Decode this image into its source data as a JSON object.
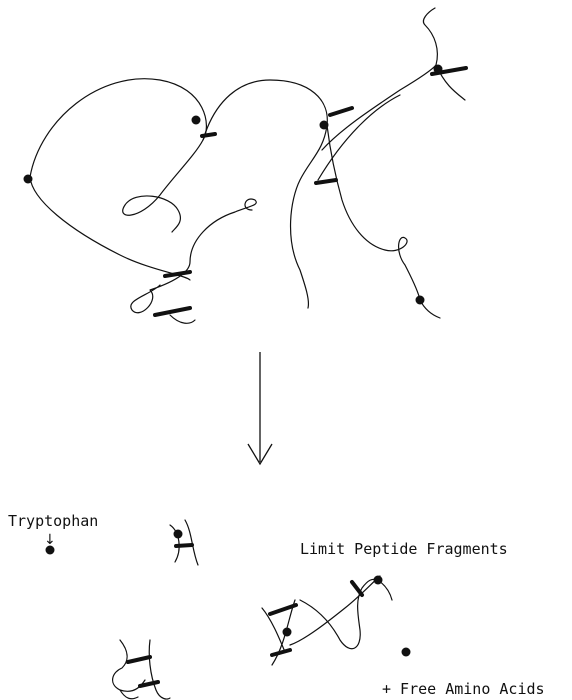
{
  "labels": {
    "tryptophan": "Tryptophan",
    "limit_fragments": "Limit Peptide Fragments",
    "free_amino_acids": "+ Free Amino Acids"
  },
  "colors": {
    "ink": "#111111",
    "background": "#ffffff"
  },
  "icons": {
    "small_arrow": "down-arrow-icon",
    "main_arrow": "down-arrow-icon"
  }
}
